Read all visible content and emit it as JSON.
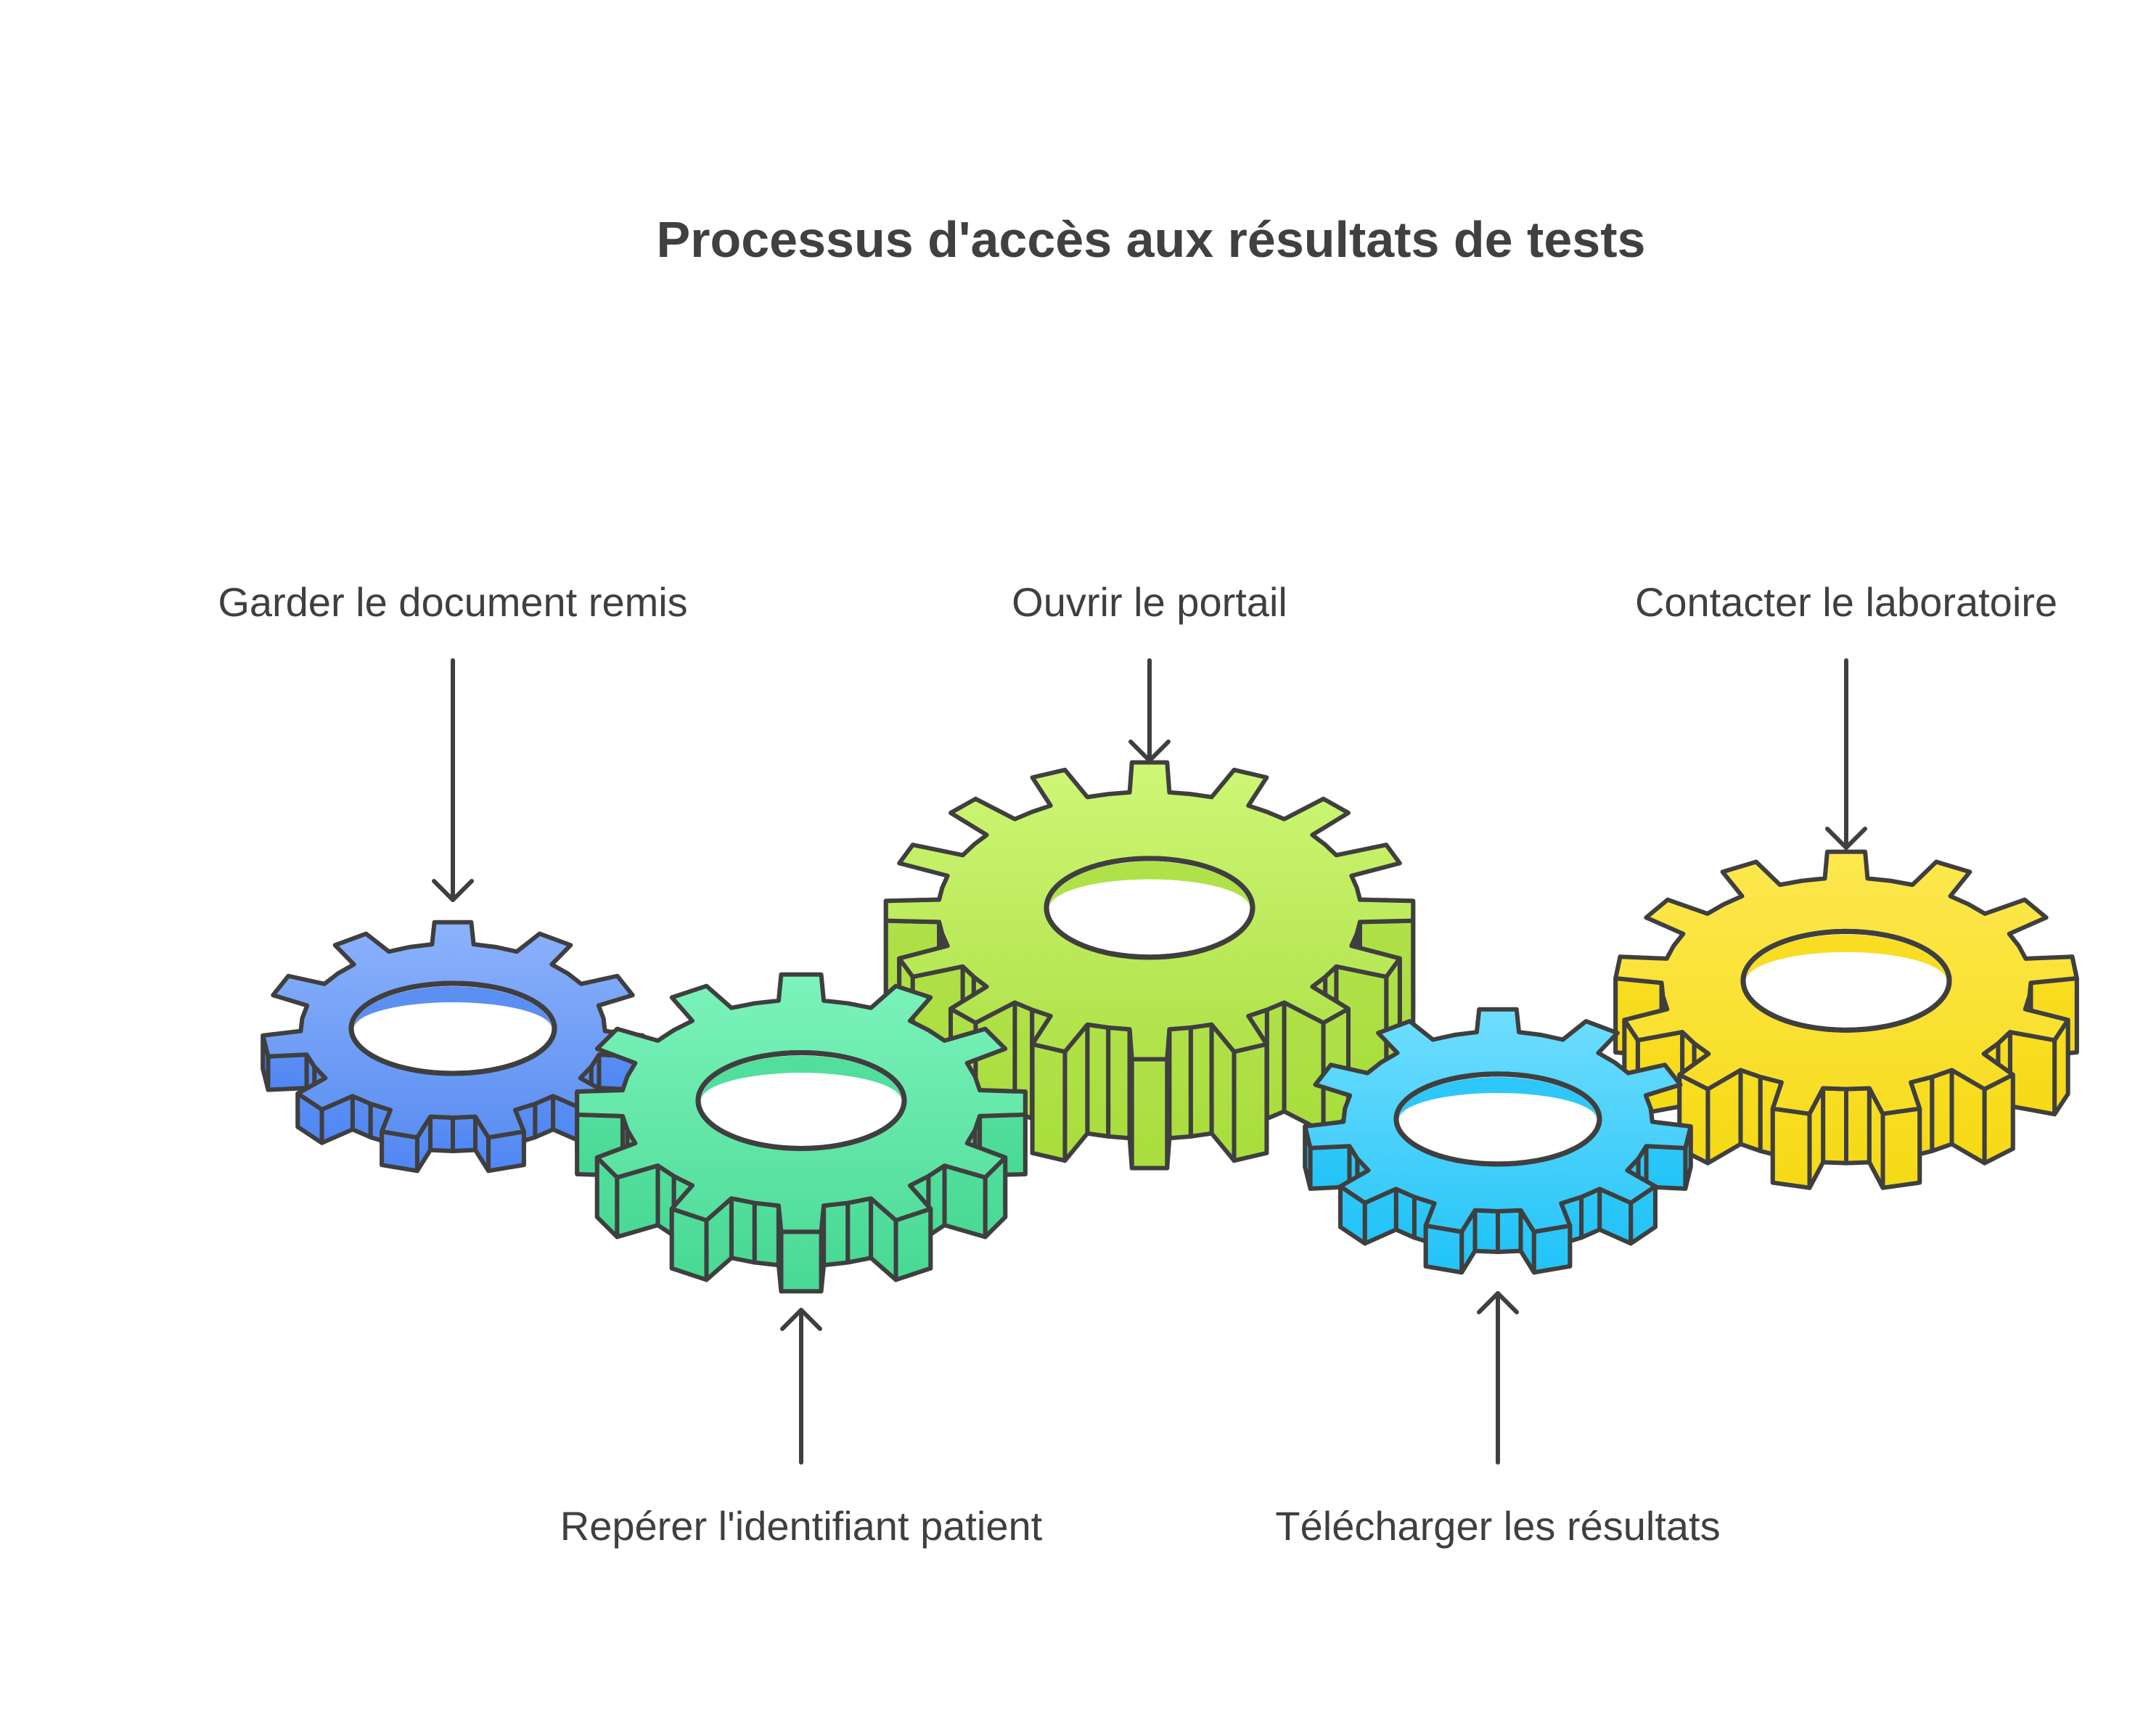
{
  "title": "Processus d'accès aux résultats de tests",
  "steps": [
    {
      "label": "Garder le document remis",
      "color_top": "#8cb2fb",
      "color_side": "#5c8ff2",
      "color_bottom": "#4f86f6",
      "label_position": "top"
    },
    {
      "label": "Repérer l'identifiant patient",
      "color_top": "#7cf3bb",
      "color_side": "#52de9c",
      "color_bottom": "#49d994",
      "label_position": "bottom"
    },
    {
      "label": "Ouvrir le portail",
      "color_top": "#cef776",
      "color_side": "#afe148",
      "color_bottom": "#a9de3d",
      "label_position": "top"
    },
    {
      "label": "Télécharger les résultats",
      "color_top": "#6fdefd",
      "color_side": "#2ec7f9",
      "color_bottom": "#23c3f7",
      "label_position": "bottom"
    },
    {
      "label": "Contacter le laboratoire",
      "color_top": "#fde84f",
      "color_side": "#f8dd22",
      "color_bottom": "#f5da16",
      "label_position": "top"
    }
  ],
  "outline_color": "#3f3f3f"
}
